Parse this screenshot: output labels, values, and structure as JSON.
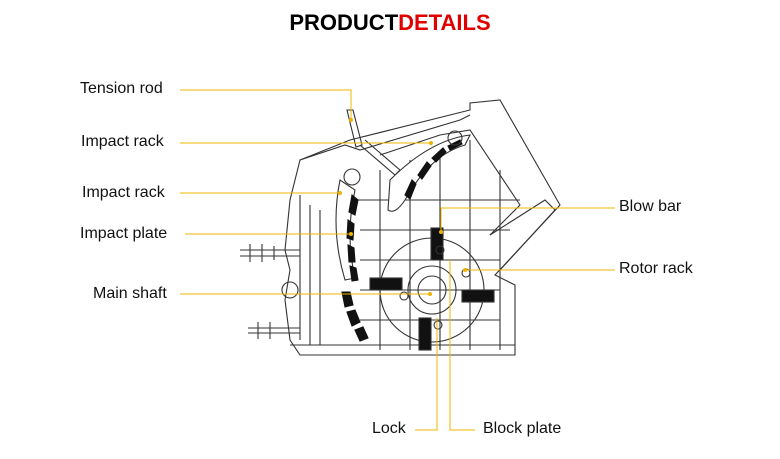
{
  "title": {
    "part1": "PRODUCT",
    "part2": "DETAILS"
  },
  "colors": {
    "leader": "#f0b400",
    "accent": "#e00000",
    "line": "#333333"
  },
  "labels": {
    "tension_rod": "Tension rod",
    "impact_rack_1": "Impact rack",
    "impact_rack_2": "Impact rack",
    "impact_plate": "Impact plate",
    "main_shaft": "Main shaft",
    "blow_bar": "Blow bar",
    "rotor_rack": "Rotor rack",
    "lock": "Lock",
    "block_plate": "Block plate"
  }
}
